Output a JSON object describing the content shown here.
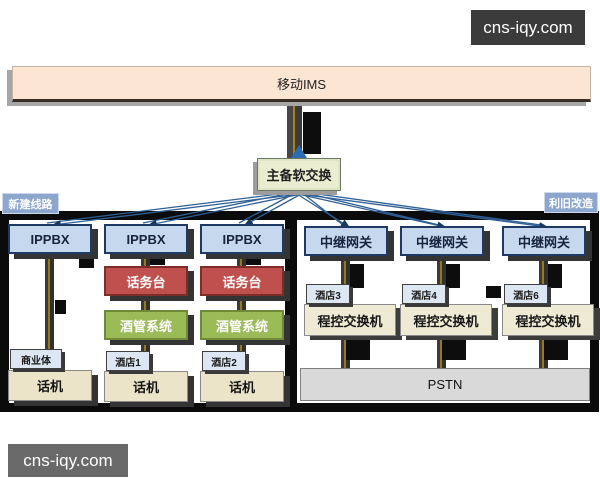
{
  "watermarks": {
    "top": "cns-iqy.com",
    "bottom": "cns-iqy.com"
  },
  "diagram": {
    "ims_label": "移动IMS",
    "softswitch_label": "主备软交换",
    "left_badge": "新建线路",
    "right_badge": "利旧改造",
    "pstn_label": "PSTN",
    "left_columns": [
      {
        "top": "IPPBX",
        "site": "商业体",
        "bottom": "话机"
      },
      {
        "top": "IPPBX",
        "console": "话务台",
        "hotel_sys": "酒管系统",
        "site": "酒店1",
        "bottom": "话机"
      },
      {
        "top": "IPPBX",
        "console": "话务台",
        "hotel_sys": "酒管系统",
        "site": "酒店2",
        "bottom": "话机"
      }
    ],
    "right_columns": [
      {
        "top": "中继网关",
        "site": "酒店3",
        "switch": "程控交换机"
      },
      {
        "top": "中继网关",
        "site": "酒店4",
        "switch": "程控交换机"
      },
      {
        "top": "中继网关",
        "site": "酒店6",
        "switch": "程控交换机"
      }
    ]
  },
  "icons": {
    "softswitch_marker": "triangle-icon"
  },
  "colors": {
    "ims_fill": "#fce5d3",
    "softswitch_fill": "#eaedd0",
    "blue_box": "#c6d8ee",
    "red_box": "#c0504d",
    "green_box": "#9bbb59",
    "tan_box": "#ece4c9",
    "pstn_fill": "#d9d9d9",
    "badge_blue": "#8ca6cd",
    "line_blue": "#2e5f96",
    "frame_black": "#0b0b0b"
  }
}
